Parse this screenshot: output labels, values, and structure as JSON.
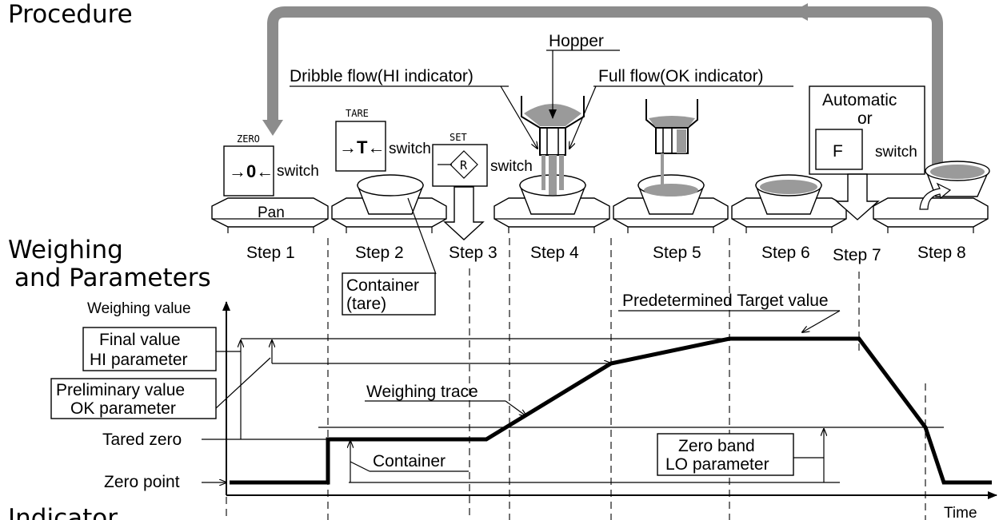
{
  "headings": {
    "procedure": "Procedure",
    "weighing_1": "Weighing",
    "weighing_2": "and Parameters",
    "indicator": "Indicator"
  },
  "steps": [
    "Step 1",
    "Step 2",
    "Step 3",
    "Step 4",
    "Step 5",
    "Step 6",
    "Step 7",
    "Step 8"
  ],
  "switches": {
    "zero_caption": "ZERO",
    "zero_symbol": "→0←",
    "tare_caption": "TARE",
    "tare_symbol": "→T←",
    "set_caption": "SET",
    "set_symbol": "R",
    "word": "switch",
    "f_symbol": "F"
  },
  "labels": {
    "pan": "Pan",
    "hopper": "Hopper",
    "dribble": "Dribble flow(HI indicator)",
    "full_flow": "Full flow(OK indicator)",
    "automatic": "Automatic",
    "or": "or",
    "container_tare_1": "Container",
    "container_tare_2": "(tare)"
  },
  "graph": {
    "y_axis_label": "Weighing value",
    "x_axis_label": "Time",
    "final_value": "Final value",
    "hi_param": "HI parameter",
    "prelim_value": "Preliminary value",
    "ok_param": "OK parameter",
    "tared_zero": "Tared zero",
    "zero_point": "Zero point",
    "weighing_trace": "Weighing trace",
    "container": "Container",
    "target": "Predetermined Target value",
    "zero_band": "Zero band",
    "lo_param": "LO parameter"
  }
}
